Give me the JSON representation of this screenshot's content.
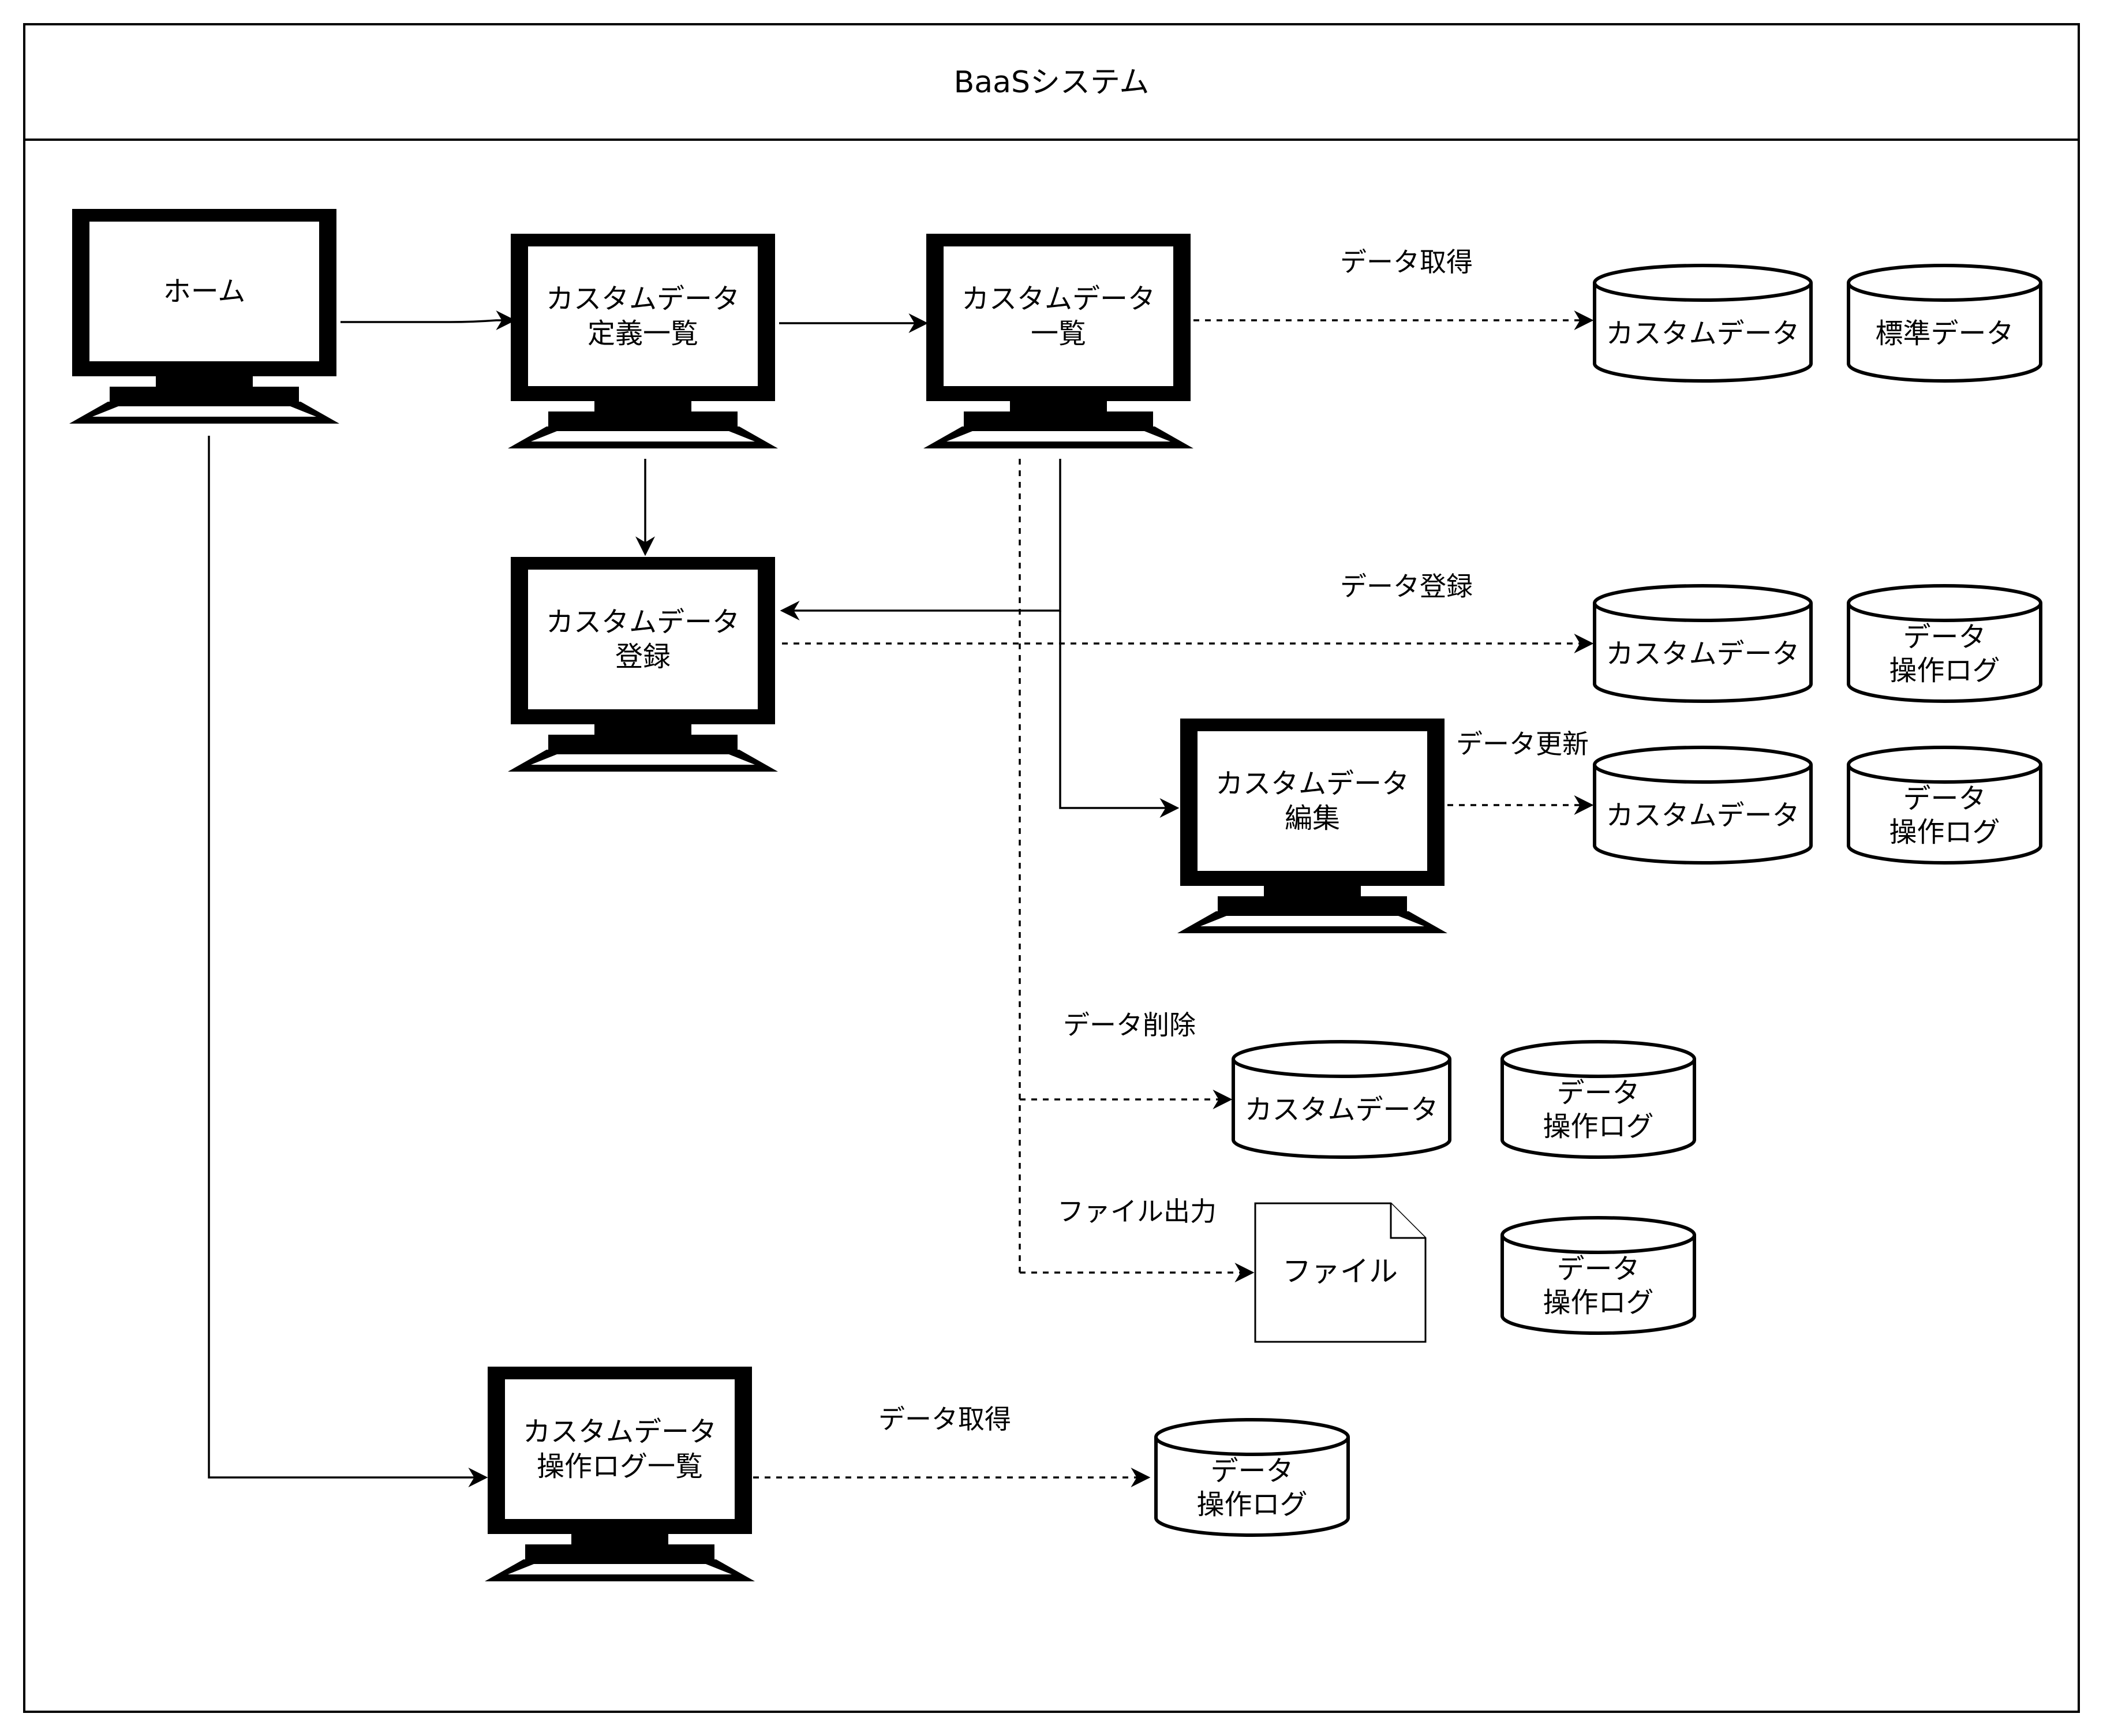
{
  "title": "BaaSシステム",
  "screens": {
    "home": [
      "ホーム"
    ],
    "def_list": [
      "カスタムデータ",
      "定義一覧"
    ],
    "data_list": [
      "カスタムデータ",
      "一覧"
    ],
    "register": [
      "カスタムデータ",
      "登録"
    ],
    "edit": [
      "カスタムデータ",
      "編集"
    ],
    "oplog_list": [
      "カスタムデータ",
      "操作ログ一覧"
    ]
  },
  "stores": {
    "custom_get": [
      "カスタムデータ"
    ],
    "standard": [
      "標準データ"
    ],
    "custom_reg": [
      "カスタムデータ"
    ],
    "oplog_reg": [
      "データ",
      "操作ログ"
    ],
    "custom_upd": [
      "カスタムデータ"
    ],
    "oplog_upd": [
      "データ",
      "操作ログ"
    ],
    "custom_del": [
      "カスタムデータ"
    ],
    "oplog_del": [
      "データ",
      "操作ログ"
    ],
    "oplog_file": [
      "データ",
      "操作ログ"
    ],
    "oplog_get": [
      "データ",
      "操作ログ"
    ]
  },
  "file": [
    "ファイル"
  ],
  "edge_labels": {
    "get1": "データ取得",
    "register": "データ登録",
    "update": "データ更新",
    "delete": "データ削除",
    "export": "ファイル出力",
    "get2": "データ取得"
  }
}
